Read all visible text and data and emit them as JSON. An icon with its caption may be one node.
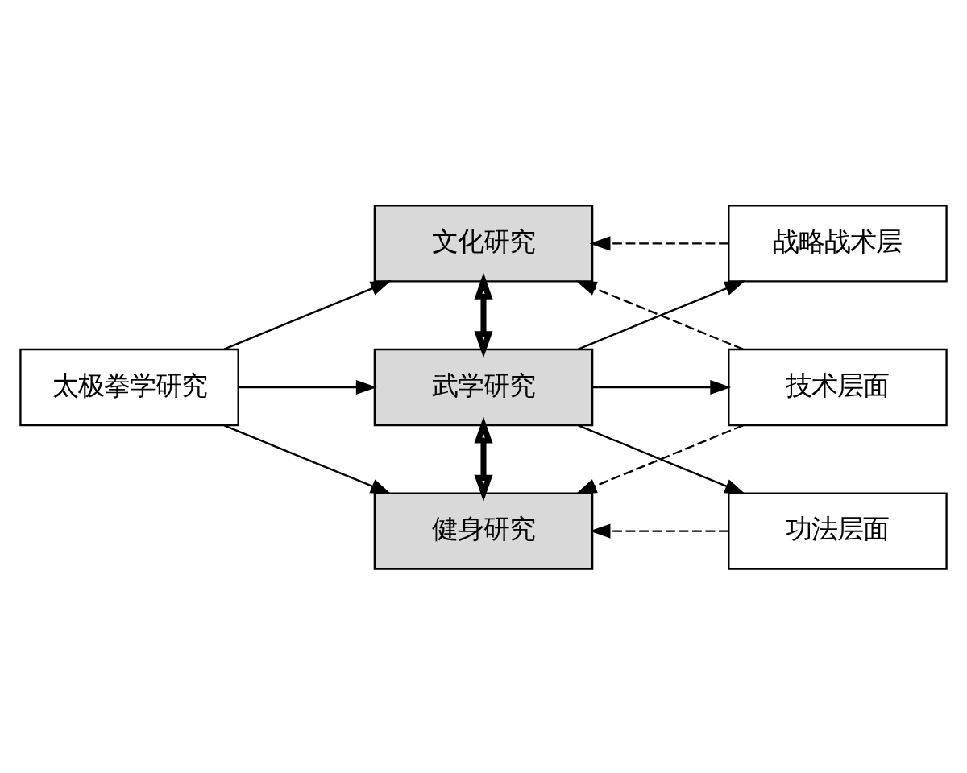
{
  "diagram": {
    "nodes": [
      {
        "text": [
          "太极拳学研究"
        ]
      },
      {
        "text": [
          "文化研究"
        ]
      },
      {
        "text": [
          "武学研究"
        ]
      },
      {
        "text": [
          "健身研究"
        ]
      },
      {
        "text": [
          "战略战术层"
        ]
      },
      {
        "text": [
          "技术层面"
        ]
      },
      {
        "text": [
          "功法层面"
        ]
      }
    ],
    "edges": [
      {
        "from": 0,
        "to": 1,
        "arrow": "to"
      },
      {
        "from": 0,
        "to": 2,
        "arrow": "to"
      },
      {
        "from": 0,
        "to": 3,
        "arrow": "to"
      },
      {
        "from": 1,
        "to": 2,
        "arrow": "both",
        "style": "thick"
      },
      {
        "from": 2,
        "to": 3,
        "arrow": "both",
        "style": "thick"
      },
      {
        "from": 2,
        "to": 4,
        "arrow": "to"
      },
      {
        "from": 2,
        "to": 5,
        "arrow": "to"
      },
      {
        "from": 2,
        "to": 6,
        "arrow": "to"
      },
      {
        "from": 4,
        "to": 1,
        "arrow": "to",
        "style": "dashed"
      },
      {
        "from": 5,
        "to": 1,
        "arrow": "to",
        "style": "dashed"
      },
      {
        "from": 5,
        "to": 3,
        "arrow": "to",
        "style": "dashed"
      },
      {
        "from": 6,
        "to": 3,
        "arrow": "to",
        "style": "dashed"
      }
    ]
  }
}
